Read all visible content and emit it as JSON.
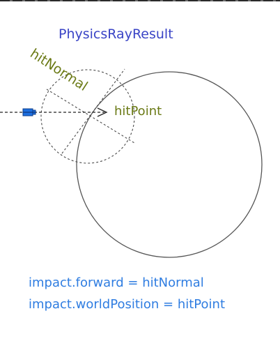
{
  "title": "PhysicsRayResult",
  "labels": {
    "normal": "hitNormal",
    "point": "hitPoint"
  },
  "equations": [
    "impact.forward = hitNormal",
    "impact.worldPosition = hitPoint"
  ],
  "colors": {
    "title": "#3a44c6",
    "label": "#6b7a16",
    "equation": "#2f7de1",
    "ray_marker": "#1d6fe0",
    "stroke": "#4a4a4a"
  }
}
